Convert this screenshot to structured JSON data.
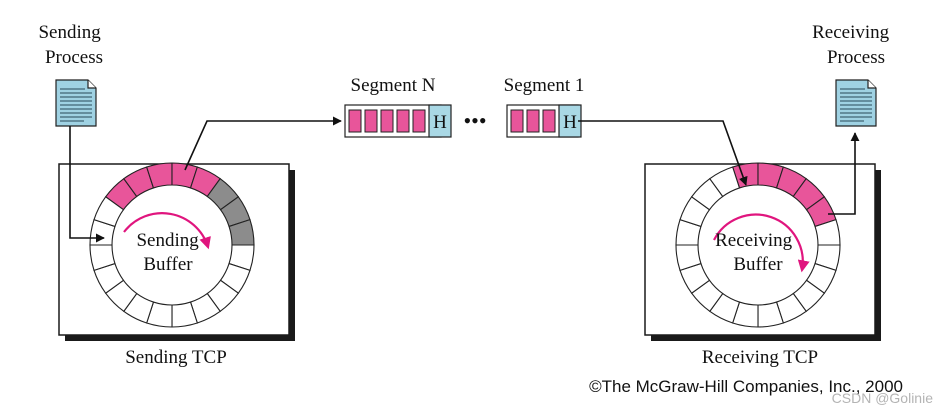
{
  "labels": {
    "sending_process_line1": "Sending",
    "sending_process_line2": "Process",
    "receiving_process_line1": "Receiving",
    "receiving_process_line2": "Process",
    "segment_n": "Segment N",
    "segment_1": "Segment 1",
    "ellipsis": "•••",
    "header_letter": "H",
    "sending_buffer_line1": "Sending",
    "sending_buffer_line2": "Buffer",
    "receiving_buffer_line1": "Receiving",
    "receiving_buffer_line2": "Buffer",
    "sending_tcp": "Sending TCP",
    "receiving_tcp": "Receiving TCP"
  },
  "copyright": "©The McGraw-Hill Companies, Inc., 2000",
  "watermark": "CSDN @Golinie",
  "colors": {
    "filled": "#e8559a",
    "sent": "#8c8c8c",
    "empty": "#ffffff",
    "header": "#a9d8e5",
    "document": "#9fd2e3",
    "arrow": "#111111",
    "buffer_arrow": "#e0157e",
    "box_shadow": "#1a1a1a"
  },
  "icons": {
    "sending_document": "document-icon",
    "receiving_document": "document-icon"
  },
  "sending_buffer": {
    "slot_count": 20,
    "filled_slots": 5,
    "sent_slots": 3
  },
  "receiving_buffer": {
    "slot_count": 20,
    "filled_slots": 5,
    "sent_slots": 0
  },
  "segment_n": {
    "data_cells": 5
  },
  "segment_1": {
    "data_cells": 3
  }
}
